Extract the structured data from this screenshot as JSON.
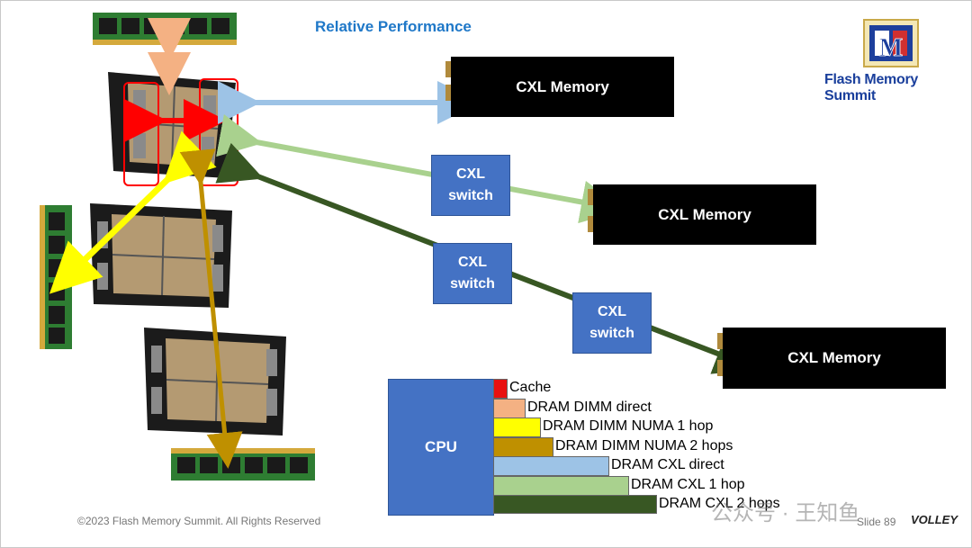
{
  "title": "Relative Performance",
  "logo": {
    "text": "Flash Memory Summit",
    "monogram": "FMS"
  },
  "memory_label": "CXL Memory",
  "switch_label": "CXL\nswitch",
  "cpu_label": "CPU",
  "latency_bars": [
    {
      "label": "Cache",
      "relative_width": 0.09,
      "color": "#e81010"
    },
    {
      "label": "DRAM DIMM direct",
      "relative_width": 0.2,
      "color": "#f4b183"
    },
    {
      "label": "DRAM DIMM NUMA 1 hop",
      "relative_width": 0.29,
      "color": "#ffff00"
    },
    {
      "label": "DRAM DIMM NUMA 2 hops",
      "relative_width": 0.37,
      "color": "#bf9000"
    },
    {
      "label": "DRAM CXL direct",
      "relative_width": 0.71,
      "color": "#9dc3e6"
    },
    {
      "label": "DRAM CXL 1 hop",
      "relative_width": 0.83,
      "color": "#a9d18e"
    },
    {
      "label": "DRAM CXL 2 hops",
      "relative_width": 1.0,
      "color": "#385723"
    }
  ],
  "colors": {
    "dimm_arrow": "#f4b183",
    "upi_arrow": "#ff0000",
    "numa1_arrow": "#ffff00",
    "numa2_arrow": "#bf9000",
    "cxl_direct_arrow": "#9dc3e6",
    "cxl_1hop_arrow": "#a9d18e",
    "cxl_2hop_arrow": "#385723"
  },
  "footer": "©2023 Flash Memory Summit. All Rights Reserved",
  "slide_number": "Slide 89",
  "watermark": "公众号 · 王知鱼",
  "brand": "VOLLEY"
}
